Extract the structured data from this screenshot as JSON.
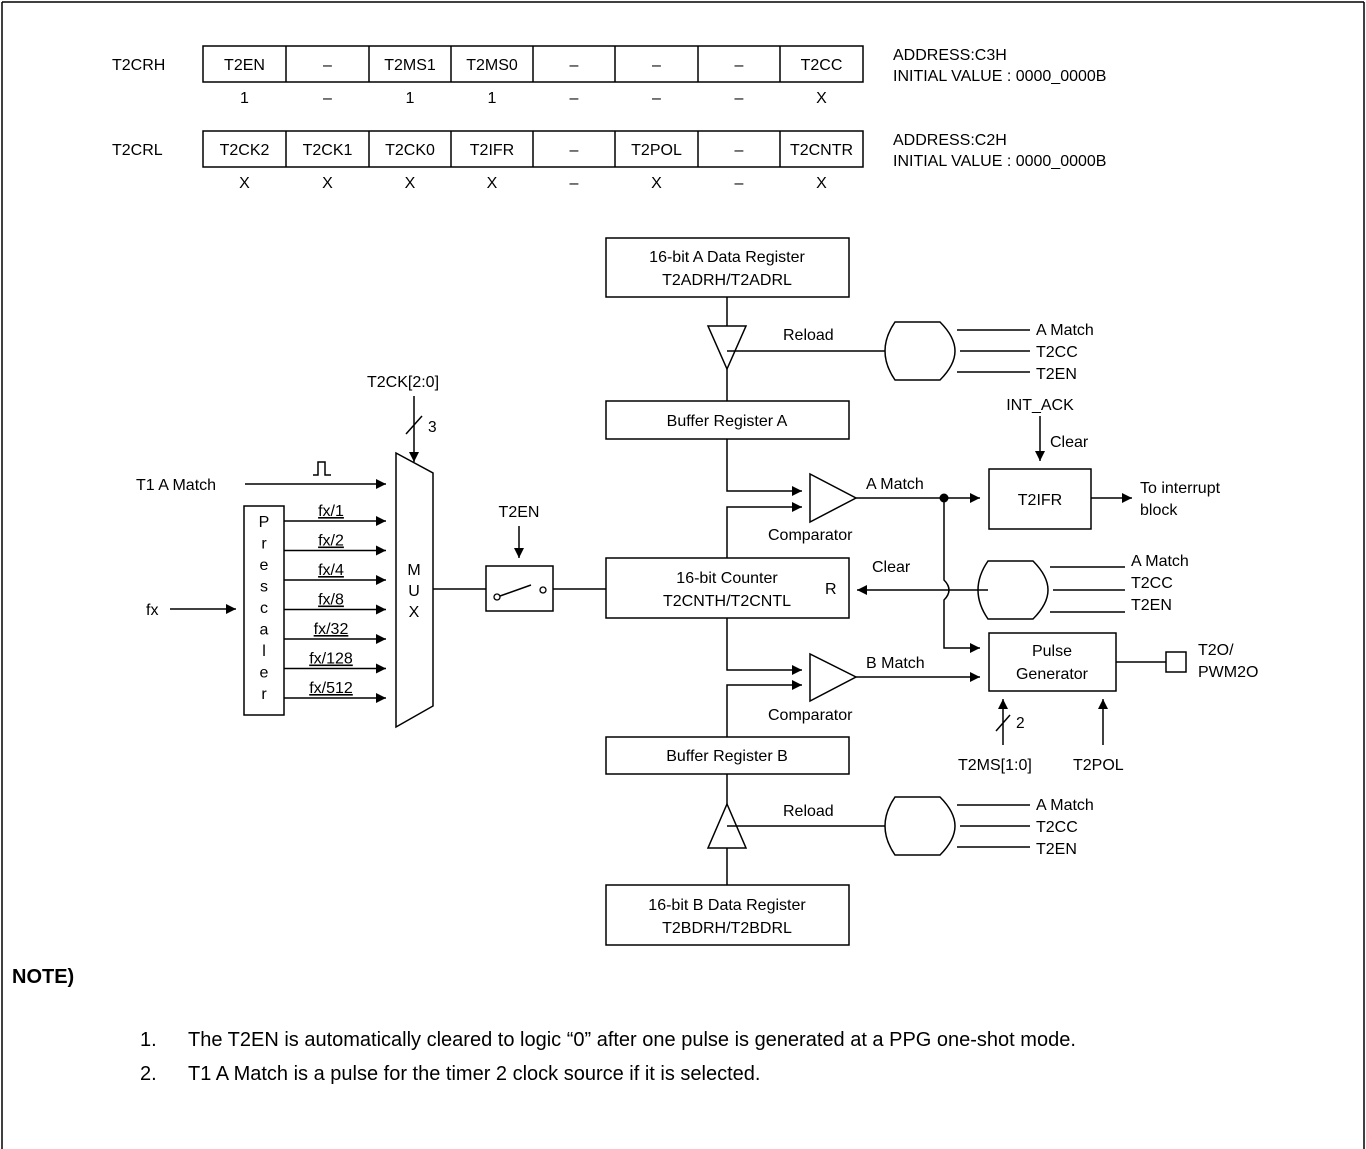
{
  "registers": [
    {
      "name": "T2CRH",
      "bits": [
        "T2EN",
        "–",
        "T2MS1",
        "T2MS0",
        "–",
        "–",
        "–",
        "T2CC"
      ],
      "values": [
        "1",
        "–",
        "1",
        "1",
        "–",
        "–",
        "–",
        "X"
      ],
      "address": "ADDRESS:C3H",
      "initial": "INITIAL VALUE : 0000_0000B"
    },
    {
      "name": "T2CRL",
      "bits": [
        "T2CK2",
        "T2CK1",
        "T2CK0",
        "T2IFR",
        "–",
        "T2POL",
        "–",
        "T2CNTR"
      ],
      "values": [
        "X",
        "X",
        "X",
        "X",
        "–",
        "X",
        "–",
        "X"
      ],
      "address": "ADDRESS:C2H",
      "initial": "INITIAL VALUE : 0000_0000B"
    }
  ],
  "diagram": {
    "reg_a_line1": "16-bit A Data Register",
    "reg_a_line2": "T2ADRH/T2ADRL",
    "reg_b_line1": "16-bit B Data Register",
    "reg_b_line2": "T2BDRH/T2BDRL",
    "buffer_a": "Buffer Register A",
    "buffer_b": "Buffer Register B",
    "counter_line1": "16-bit Counter",
    "counter_line2": "T2CNTH/T2CNTL",
    "counter_reset": "R",
    "reload": "Reload",
    "comparator": "Comparator",
    "a_match": "A Match",
    "b_match": "B Match",
    "t2cc": "T2CC",
    "t2en": "T2EN",
    "clear": "Clear",
    "int_ack": "INT_ACK",
    "t2ifr": "T2IFR",
    "to_interrupt_line1": "To interrupt",
    "to_interrupt_line2": "block",
    "pulse_line1": "Pulse",
    "pulse_line2": "Generator",
    "out_line1": "T2O/",
    "out_line2": "PWM2O",
    "t2ms": "T2MS[1:0]",
    "t2ms_width": "2",
    "t2pol": "T2POL",
    "t2ck": "T2CK[2:0]",
    "t2ck_width": "3",
    "t1_a_match": "T1 A Match",
    "fx": "fx",
    "prescaler_letters": [
      "P",
      "r",
      "e",
      "s",
      "c",
      "a",
      "l",
      "e",
      "r"
    ],
    "prescaler_outputs": [
      "fx/1",
      "fx/2",
      "fx/4",
      "fx/8",
      "fx/32",
      "fx/128",
      "fx/512"
    ],
    "mux_letters": [
      "M",
      "U",
      "X"
    ],
    "switch_label": "T2EN"
  },
  "notes": {
    "title": "NOTE)",
    "items": [
      {
        "num": "1.",
        "text": "The T2EN is automatically cleared to logic “0” after one pulse is generated at a PPG one-shot mode."
      },
      {
        "num": "2.",
        "text": "T1 A Match is a pulse for the timer 2 clock source if it is selected."
      }
    ]
  }
}
